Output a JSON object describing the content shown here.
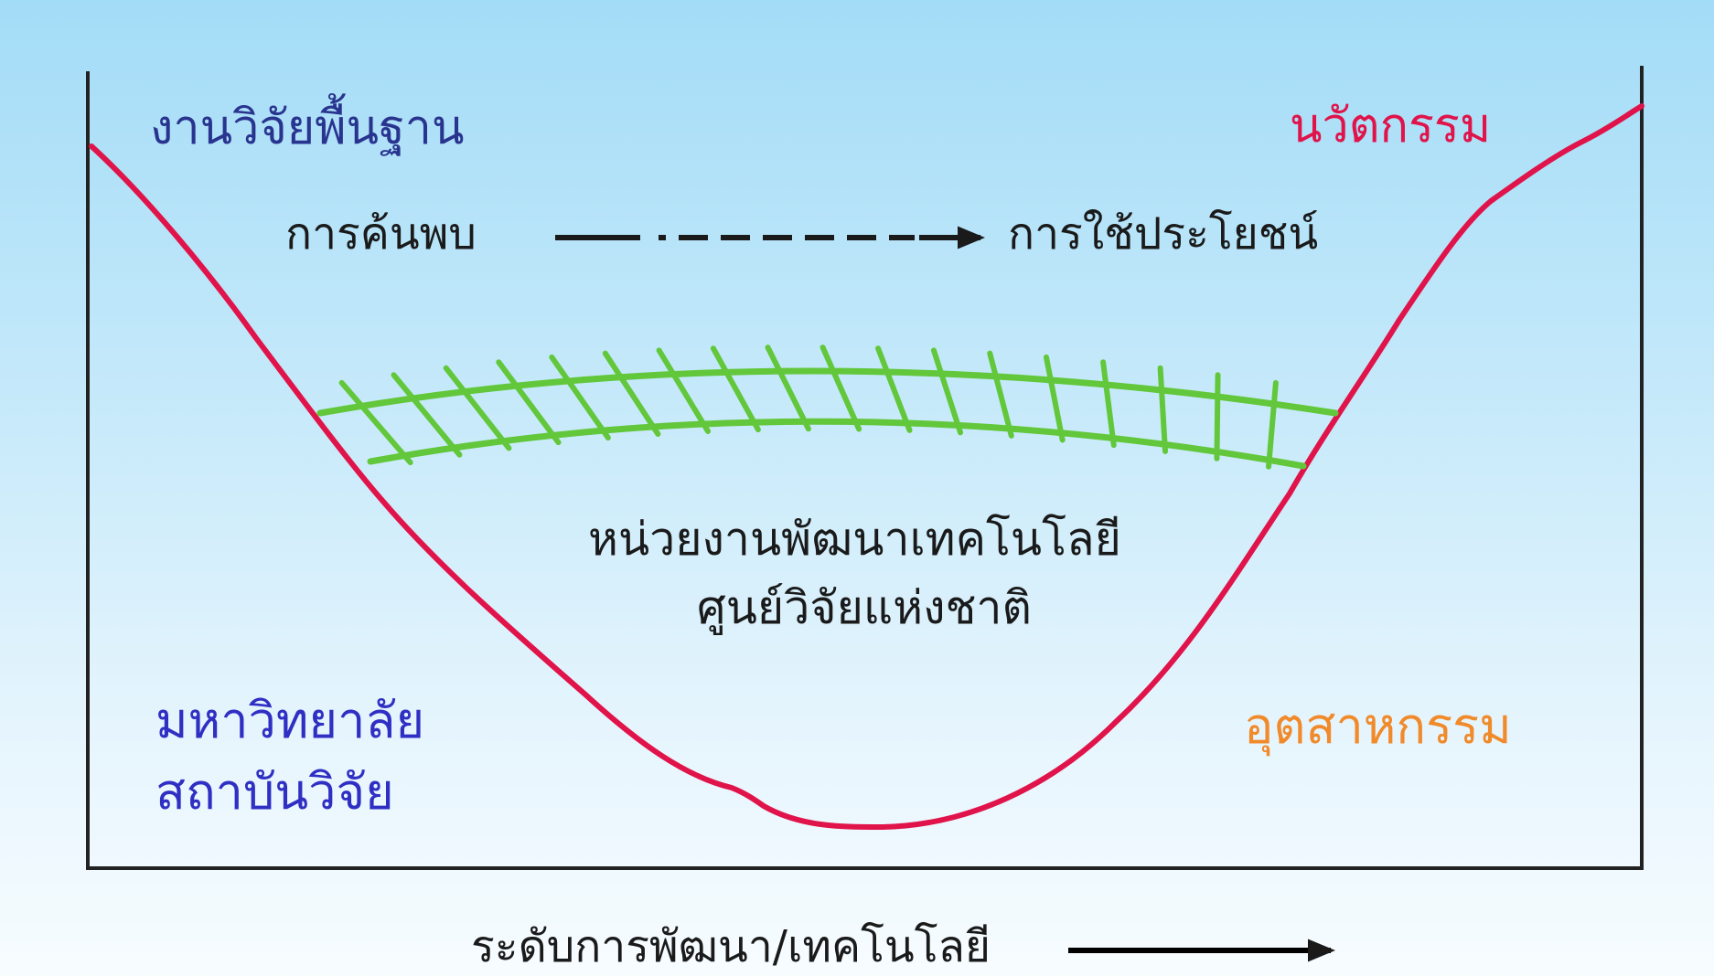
{
  "labels": {
    "basic_research": "งานวิจัยพื้นฐาน",
    "innovation": "นวัตกรรม",
    "discovery": "การค้นพบ",
    "utilization": "การใช้ประโยชน์",
    "tech_dev_unit_line1": "หน่วยงานพัฒนาเทคโนโลยี",
    "tech_dev_unit_line2": "ศูนย์วิจัยแห่งชาติ",
    "university_line1": "มหาวิทยาลัย",
    "university_line2": "สถาบันวิจัย",
    "industry": "อุตสาหกรรม",
    "x_axis": "ระดับการพัฒนา/เทคโนโลยี"
  },
  "colors": {
    "valley_curve": "#e0134a",
    "bridge": "#62c73a",
    "frame": "#222222",
    "basic_research": "#29348f",
    "innovation": "#e0134a",
    "university": "#2f2fc4",
    "industry": "#f08a2a",
    "text": "#1a1a1a"
  }
}
